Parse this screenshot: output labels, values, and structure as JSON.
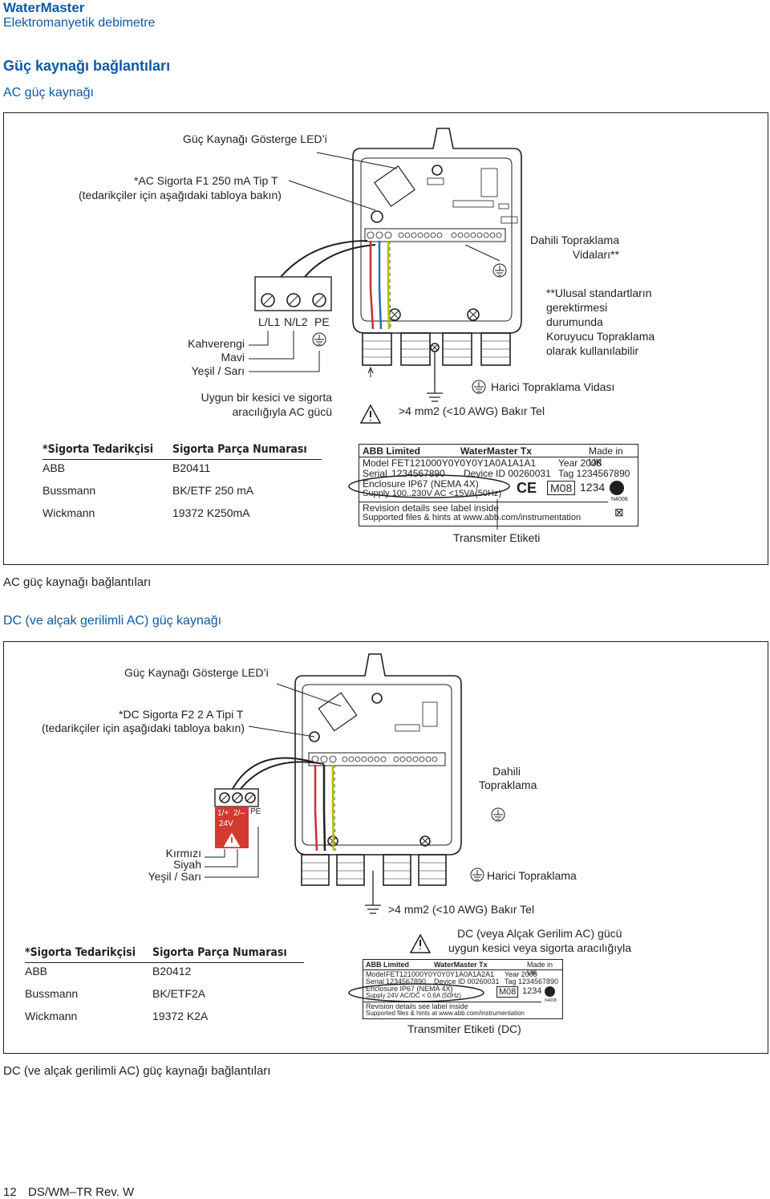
{
  "header": {
    "title": "WaterMaster",
    "subtitle": "Elektromanyetik debimetre"
  },
  "section_title": "Güç kaynağı bağlantıları",
  "ac": {
    "title": "AC güç kaynağı",
    "led": "Güç Kaynağı Gösterge LED’i",
    "fuse_line1": "*AC Sigorta F1 250 mA Tip T",
    "fuse_line2": "(tedarikçiler için aşağıdaki tabloya bakın)",
    "internal_earth_1": "Dahili Topraklama",
    "internal_earth_2": "Vidaları**",
    "note": [
      "**Ulusal standartların",
      "gerektirmesi",
      "durumunda",
      "Koruyucu Topraklama",
      "olarak kullanılabilir"
    ],
    "terminals": [
      "L/L1",
      "N/L2",
      "PE"
    ],
    "wires": [
      "Kahverengi",
      "Mavi",
      "Yeşil / Sarı"
    ],
    "supply_1": "Uygun bir kesici ve sigorta",
    "supply_2": "aracılığıyla AC gücü",
    "external_earth": "Harici Topraklama Vidası",
    "copper": ">4 mm2 (<10 AWG) Bakır Tel",
    "table": {
      "headers": [
        "*Sigorta Tedarikçisi",
        "Sigorta Parça Numarası"
      ],
      "rows": [
        [
          "ABB",
          "B20411"
        ],
        [
          "Bussmann",
          "BK/ETF 250 mA"
        ],
        [
          "Wickmann",
          "19372 K250mA"
        ]
      ]
    },
    "label": {
      "l1a": "ABB Limited",
      "l1b": "WaterMaster Tx",
      "l1c": "Made in UK",
      "l2a": "Model",
      "l2b": "FET121000Y0Y0Y0Y1A0A1A1A1",
      "l2c": "Year 2008",
      "l3a": "Serial",
      "l3b": "1234567890",
      "l3c": "Device ID 00260031",
      "l3d": "Tag 1234567890",
      "l4": "Enclosure IP67 (NEMA 4X)",
      "l5": "Supply 100..230V AC <15VA(50Hz)",
      "m08": "M08",
      "m08n": "1234",
      "ce": "CE",
      "n": "N4008",
      "l6": "Revision details see label inside",
      "l7": "Supported files & hints at www.abb.com/instrumentation"
    },
    "label_caption": "Transmiter Etiketi",
    "caption": "AC güç kaynağı bağlantıları"
  },
  "dc": {
    "title": "DC (ve alçak gerilimli AC) güç kaynağı",
    "led": "Güç Kaynağı Gösterge LED’i",
    "fuse_line1": "*DC Sigorta F2 2 A Tipi T",
    "fuse_line2": "(tedarikçiler için aşağıdaki tabloya bakın)",
    "internal_earth_1": "Dahili",
    "internal_earth_2": "Topraklama",
    "terminals": [
      "1/+",
      "2/–",
      "PE"
    ],
    "voltage": "24V",
    "wires": [
      "Kırmızı",
      "Siyah",
      "Yeşil / Sarı"
    ],
    "external_earth": "Harici Topraklama",
    "copper": ">4 mm2 (<10 AWG) Bakır Tel",
    "supply_1": "DC (veya Alçak Gerilim AC) gücü",
    "supply_2": "uygun kesici veya sigorta aracılığıyla",
    "table": {
      "headers": [
        "*Sigorta Tedarikçisi",
        "Sigorta Parça Numarası"
      ],
      "rows": [
        [
          "ABB",
          "B20412"
        ],
        [
          "Bussmann",
          "BK/ETF2A"
        ],
        [
          "Wickmann",
          "19372 K2A"
        ]
      ]
    },
    "label": {
      "l1a": "ABB Limited",
      "l1b": "WaterMaster Tx",
      "l1c": "Made in UK",
      "l2a": "Model",
      "l2b": "FET121000Y0Y0Y0Y1A0A1A2A1",
      "l2c": "Year 2008",
      "l3a": "Serial",
      "l3b": "1234567890",
      "l3c": "Device ID 00260031",
      "l3d": "Tag 1234567890",
      "l4": "Enclosure IP67 (NEMA 4X)",
      "l5": "Supply 24V AC/DC < 0.6A (50Hz)",
      "m08": "M08",
      "m08n": "1234",
      "n": "N4008",
      "l6": "Revision details see label inside",
      "l7": "Supported files & hints at www.abb.com/instrumentation"
    },
    "label_caption": "Transmiter Etiketi (DC)",
    "caption": "DC (ve alçak gerilimli AC) güç kaynağı bağlantıları"
  },
  "footer": {
    "page": "12",
    "doc": "DS/WM–TR Rev. W"
  }
}
